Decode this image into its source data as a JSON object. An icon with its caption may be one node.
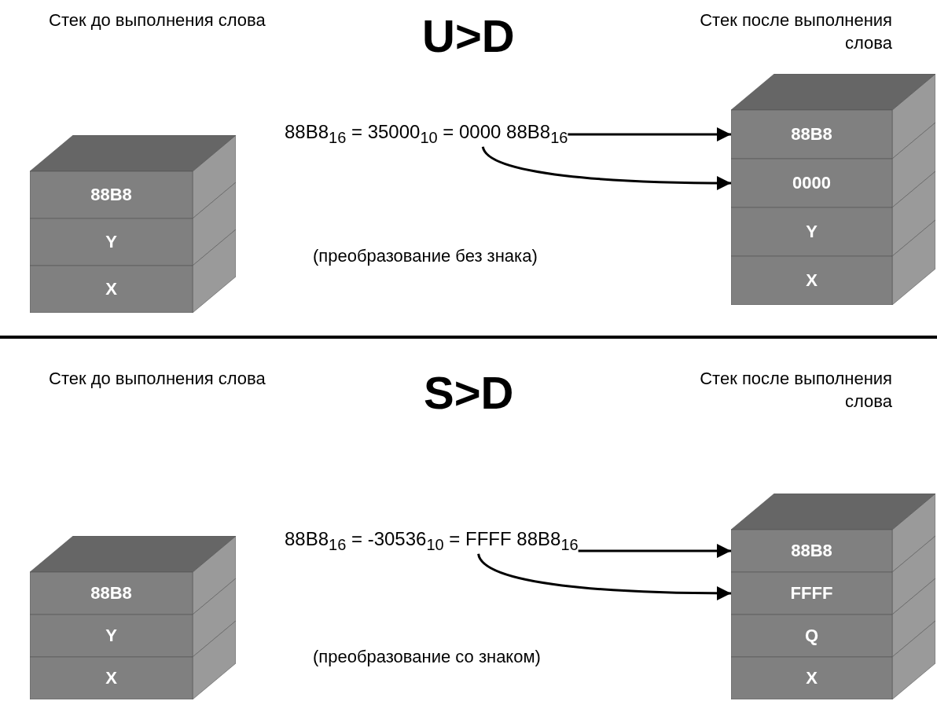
{
  "diagram": {
    "nodes": [
      {
        "text": [
          "88B8"
        ]
      },
      {
        "text": [
          "Y"
        ]
      },
      {
        "text": [
          "X"
        ]
      },
      {
        "text": [
          "88B8$_{16}$ = 35000$_{10}$ = 0000 88B8$_{16}$"
        ]
      },
      {
        "text": [
          "88B8"
        ]
      },
      {
        "text": [
          "0000"
        ]
      },
      {
        "text": [
          "Y"
        ]
      },
      {
        "text": [
          "X"
        ]
      },
      {
        "text": [
          "88B8"
        ]
      },
      {
        "text": [
          "Y"
        ]
      },
      {
        "text": [
          "X"
        ]
      },
      {
        "text": [
          "88B8$_{16}$ = -30536$_{10}$ = FFFF 88B8$_{16}$"
        ]
      },
      {
        "text": [
          "88B8"
        ]
      },
      {
        "text": [
          "FFFF"
        ]
      },
      {
        "text": [
          "Q"
        ]
      },
      {
        "text": [
          "X"
        ]
      }
    ],
    "edges": [
      {
        "from": 3,
        "to": 4,
        "arrow": "to"
      },
      {
        "from": 3,
        "to": 5,
        "arrow": "to"
      },
      {
        "from": 11,
        "to": 12,
        "arrow": "to"
      },
      {
        "from": 11,
        "to": 13,
        "arrow": "to"
      }
    ],
    "labels": [
      "Стек до выполнения слова",
      "U>D",
      "Стек после выполнения слова",
      "(преобразование без знака)",
      "Стек до выполнения слова",
      "S>D",
      "Стек после выполнения слова",
      "(преобразование со знаком)"
    ]
  }
}
